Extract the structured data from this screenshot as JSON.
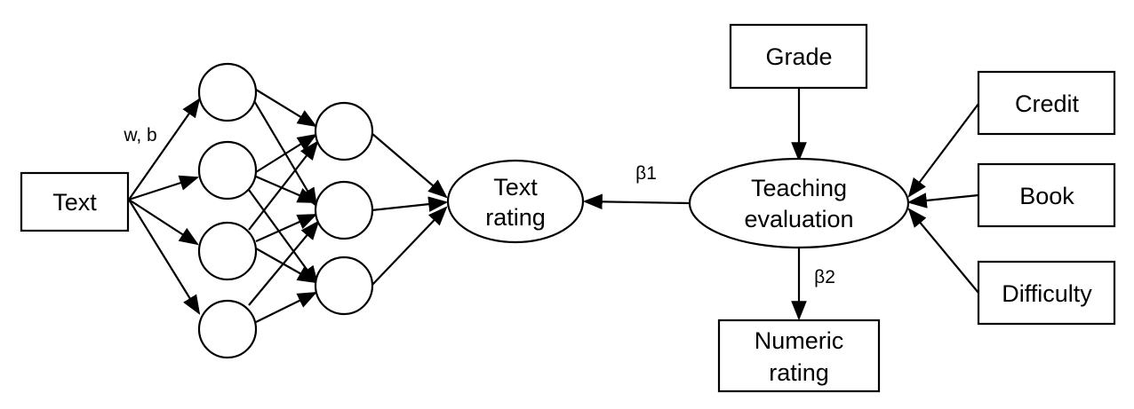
{
  "diagram": {
    "nodes": {
      "text": {
        "label": "Text"
      },
      "grade": {
        "label": "Grade"
      },
      "credit": {
        "label": "Credit"
      },
      "book": {
        "label": "Book"
      },
      "difficulty": {
        "label": "Difficulty"
      },
      "text_rating": {
        "line1": "Text",
        "line2": "rating"
      },
      "teaching_evaluation": {
        "line1": "Teaching",
        "line2": "evaluation"
      },
      "numeric_rating": {
        "line1": "Numeric",
        "line2": "rating"
      }
    },
    "edge_labels": {
      "weights": "w, b",
      "beta1": "β1",
      "beta2": "β2"
    },
    "hidden_layers": [
      {
        "name": "hidden-layer-1",
        "neurons": 4
      },
      {
        "name": "hidden-layer-2",
        "neurons": 3
      }
    ],
    "colors": {
      "stroke": "#000000",
      "fill": "#ffffff"
    }
  }
}
